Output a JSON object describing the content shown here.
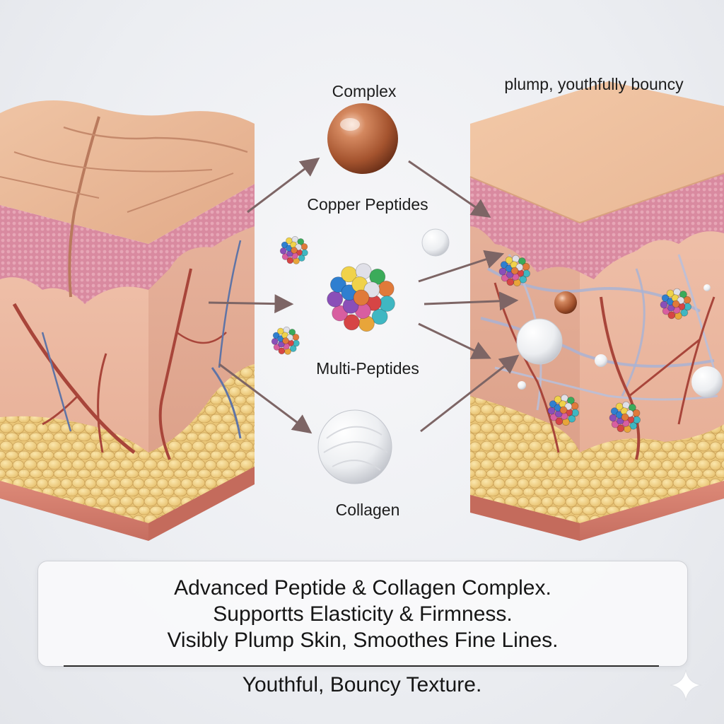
{
  "labels": {
    "complex": "Complex",
    "copper_peptides": "Copper Peptides",
    "multi_peptides": "Multi-Peptides",
    "collagen": "Collagen",
    "result": "plump, youthfully bouncy"
  },
  "caption": {
    "line1": "Advanced Peptide & Collagen Complex.",
    "line2": "Supportts Elasticity & Firmness.",
    "line3": "Visibly Plump Skin, Smoothes Fine Lines."
  },
  "footer": "Youthful, Bouncy Texture.",
  "icons": [
    "copper-sphere-icon",
    "peptide-cluster-icon",
    "collagen-sphere-icon",
    "sparkle-icon"
  ],
  "colors": {
    "skin_surface": "#e9b896",
    "epidermis": "#d98aa0",
    "dermis": "#eab59e",
    "fat": "#f0d48c",
    "vein": "#a8453a",
    "copper": "#b8633c",
    "arrow": "#7d6565"
  }
}
